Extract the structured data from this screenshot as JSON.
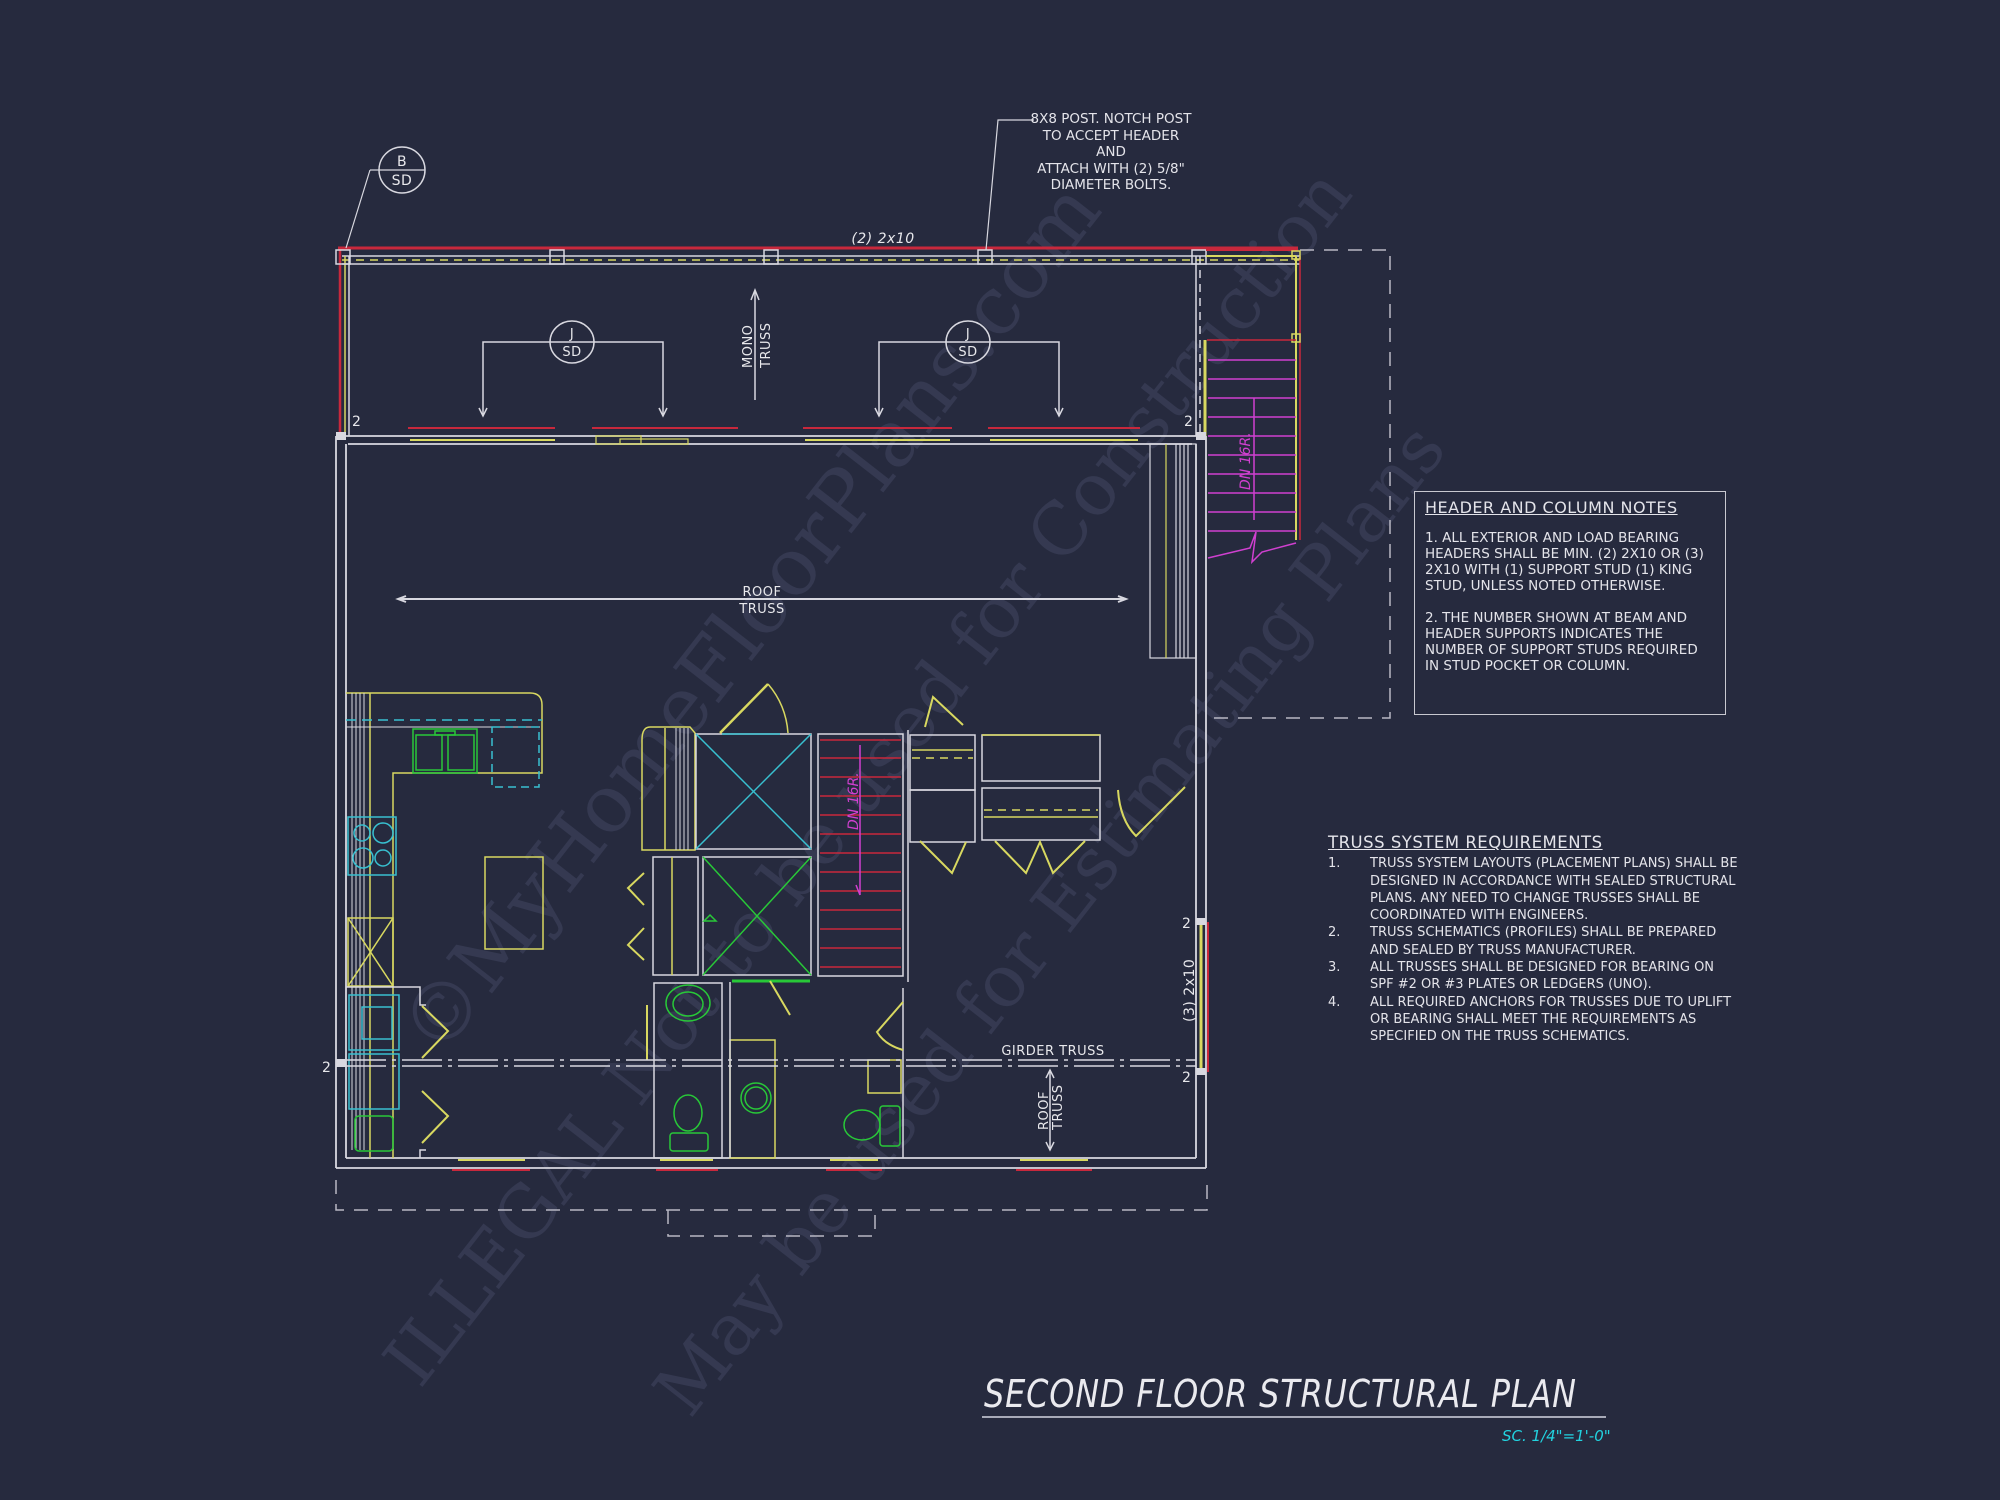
{
  "drawing": {
    "title": "SECOND FLOOR STRUCTURAL PLAN",
    "scale": "SC. 1/4\"=1'-0\"",
    "background_color": "#262a3e",
    "colors": {
      "walls": "#d8d8e0",
      "headers": "#d8d860",
      "red_lines": "#c8283c",
      "stair_down": "#d040d0",
      "fixtures_green": "#28c838",
      "appliances_cyan": "#38c0d0",
      "scale_text": "#22d3e0"
    }
  },
  "callouts": {
    "post_note": [
      "8x8 POST. NOTCH POST",
      "TO ACCEPT HEADER AND",
      "ATTACH WITH (2) 5/8\"",
      "DIAMETER BOLTS."
    ],
    "top_header": "(2) 2x10",
    "right_header": "(3) 2x10",
    "section_b": {
      "top": "B",
      "bottom": "SD"
    },
    "section_j1": {
      "top": "J",
      "bottom": "SD"
    },
    "section_j2": {
      "top": "J",
      "bottom": "SD"
    },
    "mono_truss": [
      "MONO",
      "TRUSS"
    ],
    "roof_truss_main": [
      "ROOF",
      "TRUSS"
    ],
    "roof_truss_lower": [
      "ROOF",
      "TRUSS"
    ],
    "girder_truss": "GIRDER TRUSS",
    "stair_main": "DN 16R.",
    "stair_exterior": "DN 16R.",
    "stud_counts": [
      "2",
      "2",
      "2",
      "2",
      "2"
    ]
  },
  "header_column_notes": {
    "title": "HEADER AND COLUMN NOTES",
    "items": [
      "1. ALL EXTERIOR AND LOAD BEARING HEADERS SHALL BE MIN. (2) 2x10 OR (3) 2x10 WITH (1) SUPPORT STUD (1) KING STUD, UNLESS NOTED OTHERWISE.",
      "2. THE NUMBER SHOWN AT BEAM AND HEADER SUPPORTS INDICATES THE NUMBER OF SUPPORT STUDS REQUIRED IN STUD POCKET OR COLUMN."
    ]
  },
  "truss_requirements": {
    "title": "TRUSS SYSTEM REQUIREMENTS",
    "items": [
      {
        "num": "1.",
        "text": "TRUSS SYSTEM LAYOUTS (PLACEMENT PLANS) SHALL BE DESIGNED IN ACCORDANCE WITH SEALED STRUCTURAL PLANS. ANY NEED TO CHANGE TRUSSES SHALL BE COORDINATED WITH ENGINEERS."
      },
      {
        "num": "2.",
        "text": "TRUSS SCHEMATICS (PROFILES) SHALL BE PREPARED AND SEALED BY TRUSS MANUFACTURER."
      },
      {
        "num": "3.",
        "text": "ALL TRUSSES SHALL BE DESIGNED FOR BEARING ON SPF #2 OR #3 PLATES OR LEDGERS (UNO)."
      },
      {
        "num": "4.",
        "text": "ALL REQUIRED ANCHORS FOR TRUSSES DUE TO UPLIFT OR BEARING SHALL MEET THE REQUIREMENTS AS SPECIFIED ON THE TRUSS SCHEMATICS."
      }
    ]
  },
  "watermark": {
    "line1": "©MyHomeFloorPlans.com",
    "line2": "ILLEGAL  Not to be used for Construction",
    "line3": "May be used for Estimating Plans"
  }
}
